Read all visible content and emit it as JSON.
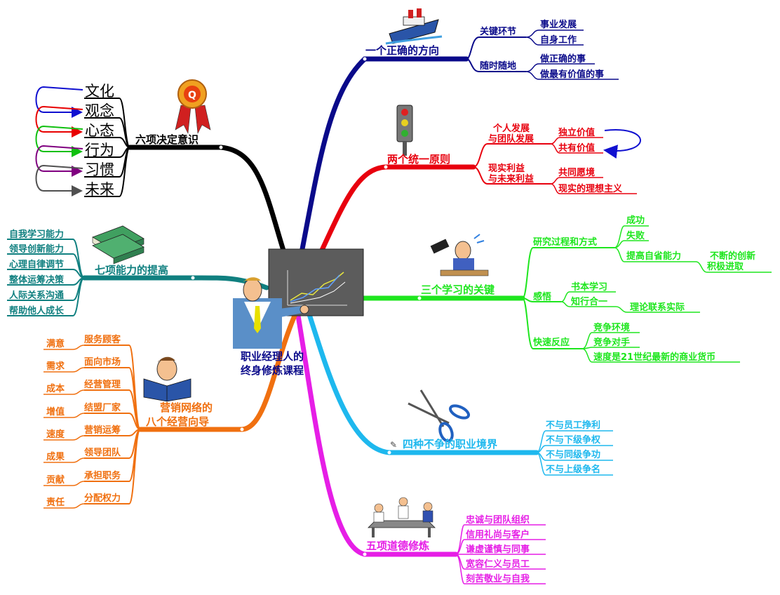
{
  "center": {
    "title_line1": "职业经理人的",
    "title_line2": "终身修炼课程"
  },
  "colors": {
    "navy": "#0a0a8a",
    "red": "#e8000e",
    "green": "#1ee61e",
    "cyan": "#1eb8ee",
    "magenta": "#e61ee6",
    "orange": "#f07010",
    "teal": "#108080",
    "black": "#000000",
    "blue_arrow": "#1010d0",
    "red_arrow": "#e80000",
    "green_arrow": "#10c010",
    "purple_arrow": "#800080",
    "gray_arrow": "#505050",
    "slide_bg": "#5c5c5c"
  },
  "branches": {
    "direction": {
      "label": "一个正确的方向",
      "sub1": {
        "label": "关键环节",
        "items": [
          "事业发展",
          "自身工作"
        ]
      },
      "sub2": {
        "label": "随时随地",
        "items": [
          "做正确的事",
          "做最有价值的事"
        ]
      }
    },
    "unity": {
      "label": "两个统一原则",
      "sub1": {
        "line1": "个人发展",
        "line2": "与团队发展",
        "items": [
          "独立价值",
          "共有价值"
        ]
      },
      "sub2": {
        "line1": "现实利益",
        "line2": "与未来利益",
        "items": [
          "共同愿境",
          "现实的理想主义"
        ]
      }
    },
    "learning": {
      "label": "三个学习的关键",
      "sub1": {
        "label": "研究过程和方式",
        "items": [
          "成功",
          "失败",
          "提高自省能力"
        ],
        "deep_line1": "不断的创新",
        "deep_line2": "积极进取"
      },
      "sub2": {
        "label": "感悟",
        "items": [
          "书本学习",
          "知行合一"
        ],
        "deep": "理论联系实际"
      },
      "sub3": {
        "label": "快速反应",
        "items": [
          "竞争环境",
          "竞争对手",
          "速度是21世纪最新的商业货币"
        ]
      }
    },
    "no_contest": {
      "label": "四种不争的职业境界",
      "items": [
        "不与员工挣利",
        "不与下级争权",
        "不与同级争功",
        "不与上级争名"
      ]
    },
    "ethics": {
      "label": "五项道德修炼",
      "items": [
        "忠诚与团队组织",
        "信用礼尚与客户",
        "谦虚谨慎与同事",
        "宽容仁义与员工",
        "刻苦敬业与自我"
      ]
    },
    "six": {
      "label": "六项决定意识",
      "items": [
        "文化",
        "观念",
        "心态",
        "行为",
        "习惯",
        "未来"
      ]
    },
    "seven": {
      "label": "七项能力的提高",
      "items": [
        "自我学习能力",
        "领导创新能力",
        "心理自律调节",
        "整体运筹决策",
        "人际关系沟通",
        "帮助他人成长"
      ]
    },
    "eight": {
      "label_line1": "营销网络的",
      "label_line2": "八个经营向导",
      "rows": [
        {
          "right": "服务顾客",
          "left": "满意"
        },
        {
          "right": "面向市场",
          "left": "需求"
        },
        {
          "right": "经营管理",
          "left": "成本"
        },
        {
          "right": "结盟厂家",
          "left": "增值"
        },
        {
          "right": "营销运筹",
          "left": "速度"
        },
        {
          "right": "领导团队",
          "left": "成果"
        },
        {
          "right": "承担职务",
          "left": "贡献"
        },
        {
          "right": "分配权力",
          "left": "责任"
        }
      ]
    }
  }
}
